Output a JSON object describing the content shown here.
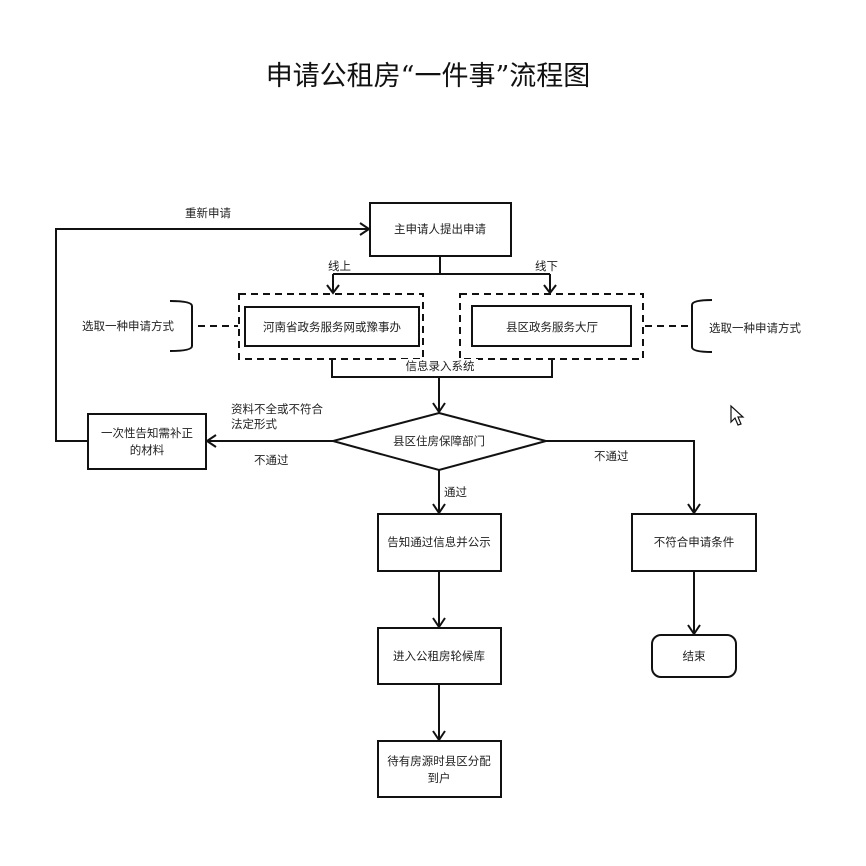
{
  "title": "申请公租房“一件事”流程图",
  "nodes": {
    "start": "主申请人提出申请",
    "online": "河南省政务服务网或豫事办",
    "offline": "县区政务服务大厅",
    "decision": "县区住房保障部门",
    "supplement": [
      "一次性告知需补正",
      "的材料"
    ],
    "publicize": "告知通过信息并公示",
    "queue": "进入公租房轮候库",
    "allocate": [
      "待有房源时县区分配",
      "到户"
    ],
    "ineligible": "不符合申请条件",
    "end": "结束"
  },
  "labels": {
    "reapply": "重新申请",
    "online": "线上",
    "offline": "线下",
    "choose_left": "选取一种申请方式",
    "choose_right": "选取一种申请方式",
    "info_system": "信息录入系统",
    "incomplete": [
      "资料不全或不符合",
      "法定形式"
    ],
    "fail_left": "不通过",
    "pass": "通过",
    "fail_right": "不通过"
  }
}
